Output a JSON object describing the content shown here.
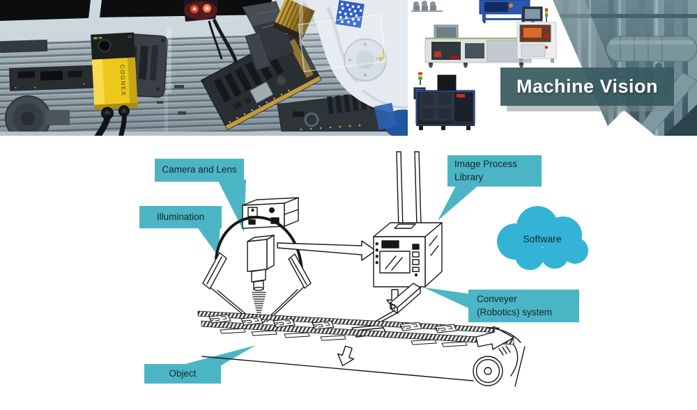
{
  "hero": {
    "title": "Machine Vision",
    "camera_brand": "COGNEX",
    "colors": {
      "title_bg": "#3c5c62",
      "title_text": "#ffffff",
      "camera_yellow": "#ecc81d",
      "photo_tint": "#54707a"
    }
  },
  "diagram": {
    "callouts": {
      "camera_lens": "Camera and Lens",
      "illumination": "Illumination",
      "image_process_line1": "Image Process",
      "image_process_line2": "Library",
      "conveyer_line1": "Conveyer",
      "conveyer_line2": "(Robotics) system",
      "object": "Object",
      "software": "Software"
    },
    "colors": {
      "callout_bg": "#4bb5c5",
      "cloud": "#33b3d6",
      "line_art": "#1a1a1a"
    }
  }
}
